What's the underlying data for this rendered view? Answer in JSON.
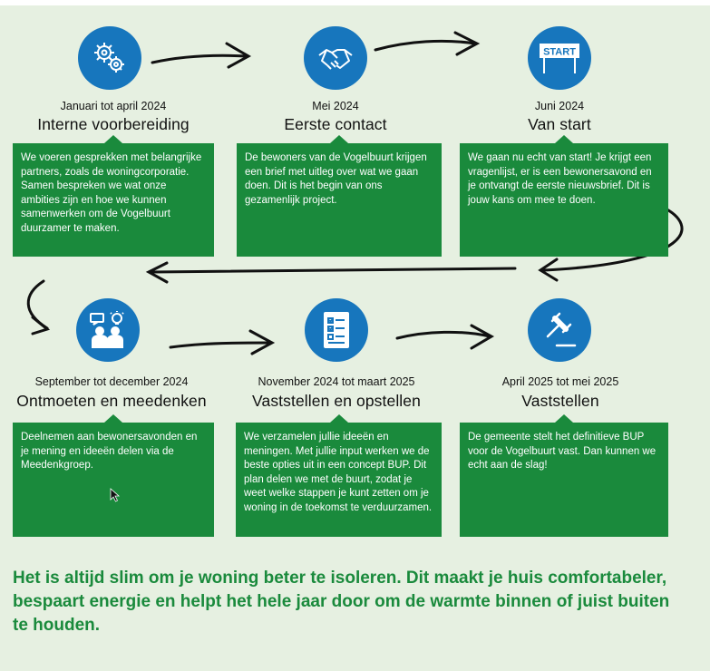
{
  "steps": [
    {
      "icon": "gears-icon",
      "date": "Januari tot april  2024",
      "title": "Interne voorbereiding",
      "text": "We voeren gesprekken met belangrijke partners, zoals de woningcorporatie. Samen bespreken we wat onze ambities zijn en hoe we kunnen samenwerken om de Vogelbuurt duurzamer te maken."
    },
    {
      "icon": "handshake-icon",
      "date": "Mei 2024",
      "title": "Eerste contact",
      "text": "De bewoners van de Vogelbuurt krijgen een brief met uitleg over wat we gaan doen. Dit is het begin van ons gezamenlijk project."
    },
    {
      "icon": "start-sign-icon",
      "icon_text": "START",
      "date": "Juni 2024",
      "title": "Van start",
      "text": "We gaan nu echt van start! Je krijgt een vragenlijst, er is een bewonersavond en je ontvangt de eerste nieuwsbrief. Dit is jouw kans om mee te doen."
    },
    {
      "icon": "people-ideas-icon",
      "date": "September tot december 2024",
      "title": "Ontmoeten en meedenken",
      "text": "Deelnemen aan bewonersavonden en je mening en ideeën delen via de Meedenkgroep."
    },
    {
      "icon": "checklist-icon",
      "date": "November 2024 tot maart 2025",
      "title": "Vaststellen en opstellen",
      "text": "We verzamelen jullie ideeën en meningen. Met jullie input werken we de beste opties uit in een concept BUP. Dit plan delen we met de buurt, zodat je weet welke stappen je kunt zetten om je woning in de toekomst te verduurzamen."
    },
    {
      "icon": "gavel-icon",
      "date": "April 2025 tot mei 2025",
      "title": "Vaststellen",
      "text": "De gemeente stelt het definitieve BUP voor de Vogelbuurt vast. Dan kunnen we echt aan de slag!"
    }
  ],
  "footer": "Het is altijd slim om je woning beter te isoleren. Dit maakt je huis comfortabeler, bespaart energie en helpt het hele jaar door om de warmte binnen of juist buiten te houden.",
  "colors": {
    "background": "#e6f0e1",
    "circle": "#1776bd",
    "box": "#1a8a3c",
    "footer_text": "#1a8a3c"
  }
}
